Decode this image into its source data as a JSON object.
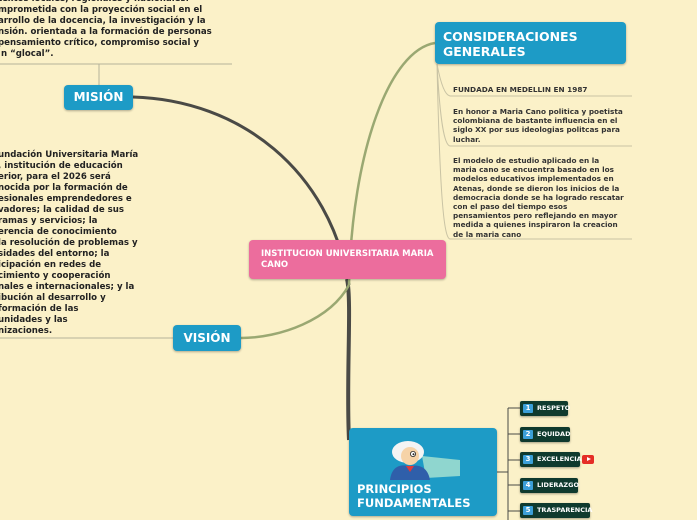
{
  "central": {
    "title": "INSTITUCION UNIVERSITARIA MARIA CANO"
  },
  "mision": {
    "label": "MISIÓN",
    "text": "textos locales, regionales y nacionales.\nmprometida con la proyección social en el\narrollo de la docencia, la investigación y la\nnsión. orientada a la formación de personas\npensamiento crítico, compromiso social y\n n “glocal”."
  },
  "vision": {
    "label": "VISIÓN",
    "text": "undación Universitaria María\n, institución de educación\nerior, para el 2026 será\nnocida por la formación de\nesionales emprendedores e\nvadores; la calidad de sus\nramas y servicios; la\nerencia de conocimiento\nla resolución de problemas y\nsidades del entorno; la\nicipación en redes de\ncimiento y cooperación\nnales e internacionales; y la\nibución al desarrollo y\nformación de las\nunidades y las\nnizaciones."
  },
  "consideraciones": {
    "label": "CONSIDERACIONES\nGENERALES",
    "items": [
      "FUNDADA EN MEDELLIN EN 1987",
      "En honor a Maria Cano politica y poetista\ncolombiana de bastante influencia en el\nsiglo XX por sus ideologias politcas para\nluchar.",
      "El modelo de estudio aplicado en la\nmaria cano se encuentra basado en los\nmodelos educativos implementados en\nAtenas, donde se dieron los inicios de la\ndemocracia donde se ha logrado rescatar\ncon el paso del tiempo esos\npensamientos pero reflejando en mayor\nmedida a quienes inspiraron la creacion\nde la maria cano"
    ]
  },
  "principios": {
    "label": "PRINCIPIOS\nFUNDAMENTALES",
    "items": [
      {
        "num": "1",
        "label": "RESPETO"
      },
      {
        "num": "2",
        "label": "EQUIDAD"
      },
      {
        "num": "3",
        "label": "EXCELENCIA"
      },
      {
        "num": "4",
        "label": "LIDERAZGO"
      },
      {
        "num": "5",
        "label": "TRASPARENCIA"
      }
    ]
  },
  "colors": {
    "background": "#fbf1c8",
    "central": "#ec6d9d",
    "topic": "#1d9bc6",
    "principle": "#0f3a2e",
    "branch_dark": "#4a4a46",
    "branch_green": "#9aa872"
  },
  "icons": [
    "mascot-illustration",
    "youtube-icon"
  ]
}
